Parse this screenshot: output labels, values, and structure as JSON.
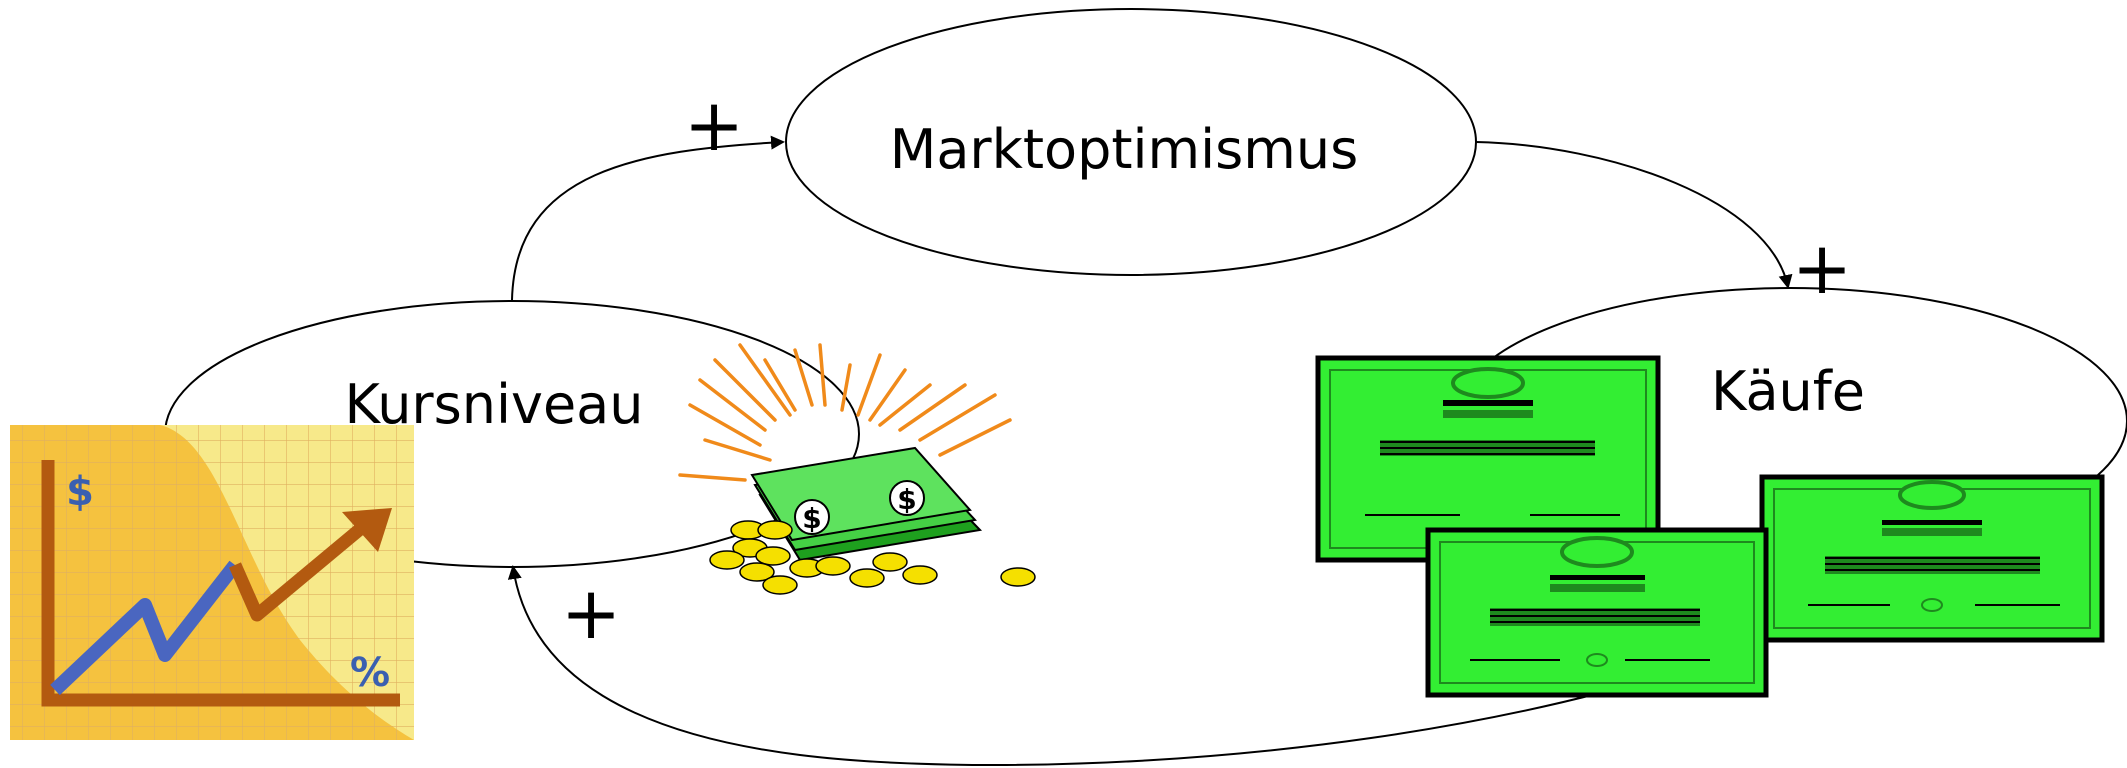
{
  "nodes": {
    "marktoptimismus": "Marktoptimismus",
    "kursniveau": "Kursniveau",
    "kaeufe": "Käufe"
  },
  "edges": {
    "kurs_to_markt_sign": "+",
    "markt_to_kaeufe_sign": "+",
    "kaeufe_to_kurs_sign": "+"
  },
  "clipart": {
    "chart_dollar": "$",
    "chart_percent": "%",
    "bill_symbol_1": "$",
    "bill_symbol_2": "$"
  },
  "icons": [
    "stock-chart-icon",
    "money-pile-icon",
    "stock-certificate-icon"
  ],
  "colors": {
    "certificate_green": "#33ee33",
    "chart_orange": "#f5c23f",
    "chart_arrow": "#b35a10",
    "chart_line": "#4a66c0",
    "coin_gold": "#f5e000"
  }
}
